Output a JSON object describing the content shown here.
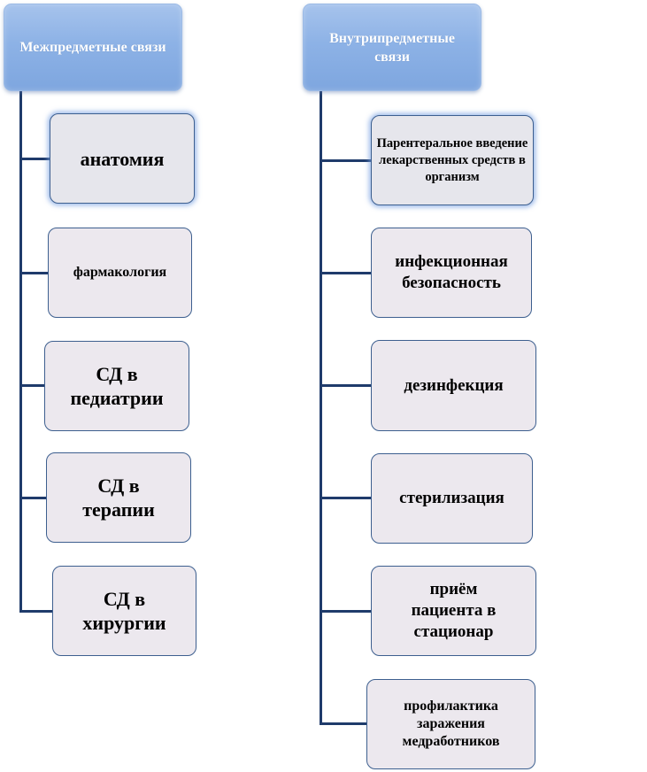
{
  "diagram": {
    "colors": {
      "root_fill": "#8db2e6",
      "node_fill": "#ece8ee",
      "node_border": "#3d5f8f",
      "connector": "#1f3b6b"
    },
    "left": {
      "root": "Межпредметные связи",
      "children": [
        "анатомия",
        "фармакология",
        "СД в педиатрии",
        "СД в терапии",
        "СД в хирургии"
      ]
    },
    "right": {
      "root": "Внутрипредметные связи",
      "children": [
        "Парентеральное введение лекарственных средств в организм",
        "инфекционная безопасность",
        "дезинфекция",
        "стерилизация",
        "приём пациента в стационар",
        "профилактика заражения медработников"
      ]
    }
  }
}
